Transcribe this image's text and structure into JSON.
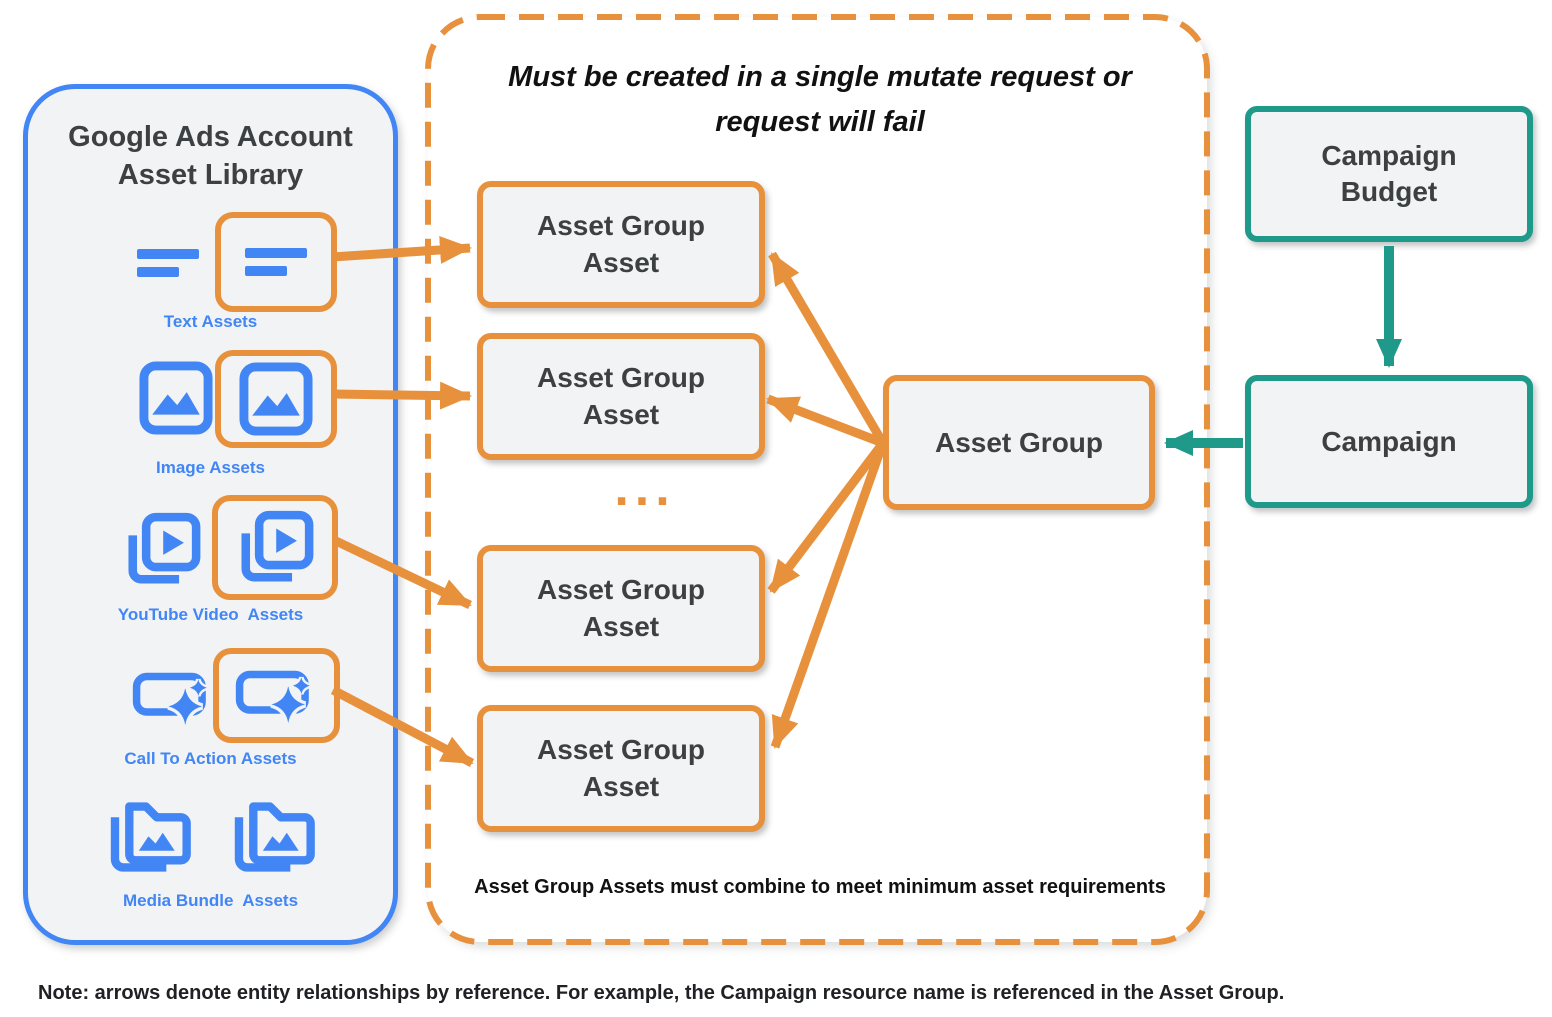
{
  "colors": {
    "blue": "#4285F4",
    "orange": "#E8913C",
    "teal": "#1F998A",
    "box-fill": "#F1F3F4",
    "text-dark": "#3C4043",
    "ink": "#111111"
  },
  "library": {
    "title": "Google Ads Account Asset Library",
    "items": [
      {
        "label": "Text Assets",
        "icon": "text-asset-icon"
      },
      {
        "label": "Image Assets",
        "icon": "image-asset-icon"
      },
      {
        "label": "YouTube Video  Assets",
        "icon": "youtube-video-asset-icon"
      },
      {
        "label": "Call To Action Assets",
        "icon": "call-to-action-asset-icon"
      },
      {
        "label": "Media Bundle  Assets",
        "icon": "media-bundle-asset-icon"
      }
    ]
  },
  "mutate_box": {
    "title": "Must be created in a single mutate request or request will fail",
    "boxes": [
      {
        "label": "Asset Group Asset"
      },
      {
        "label": "Asset Group Asset"
      },
      {
        "label": "Asset Group Asset"
      },
      {
        "label": "Asset Group Asset"
      }
    ],
    "ellipsis": "...",
    "footnote": "Asset Group Assets must combine to meet minimum asset requirements"
  },
  "asset_group": {
    "label": "Asset Group"
  },
  "campaign_budget": {
    "label": "Campaign Budget"
  },
  "campaign": {
    "label": "Campaign"
  },
  "note": "Note: arrows denote entity relationships by reference. For example, the Campaign resource name is referenced in the Asset Group."
}
